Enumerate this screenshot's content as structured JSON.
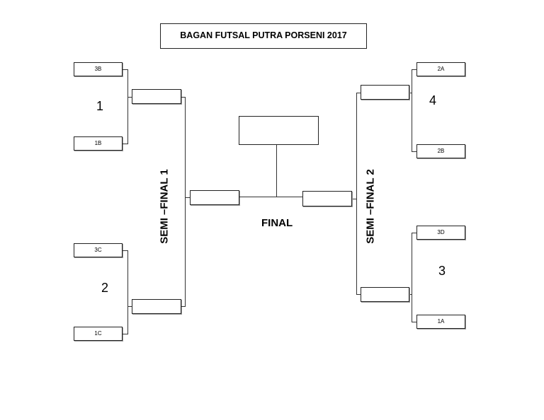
{
  "title": "BAGAN FUTSAL PUTRA PORSENI 2017",
  "groups": {
    "g1": "1",
    "g2": "2",
    "g3": "3",
    "g4": "4"
  },
  "teams": {
    "t3B": "3B",
    "t1B": "1B",
    "t3C": "3C",
    "t1C": "1C",
    "t2A": "2A",
    "t2B": "2B",
    "t3D": "3D",
    "t1A": "1A"
  },
  "semifinal_left": "SEMI –FINAL 1",
  "semifinal_right": "SEMI –FINAL 2",
  "final_label": "FINAL"
}
